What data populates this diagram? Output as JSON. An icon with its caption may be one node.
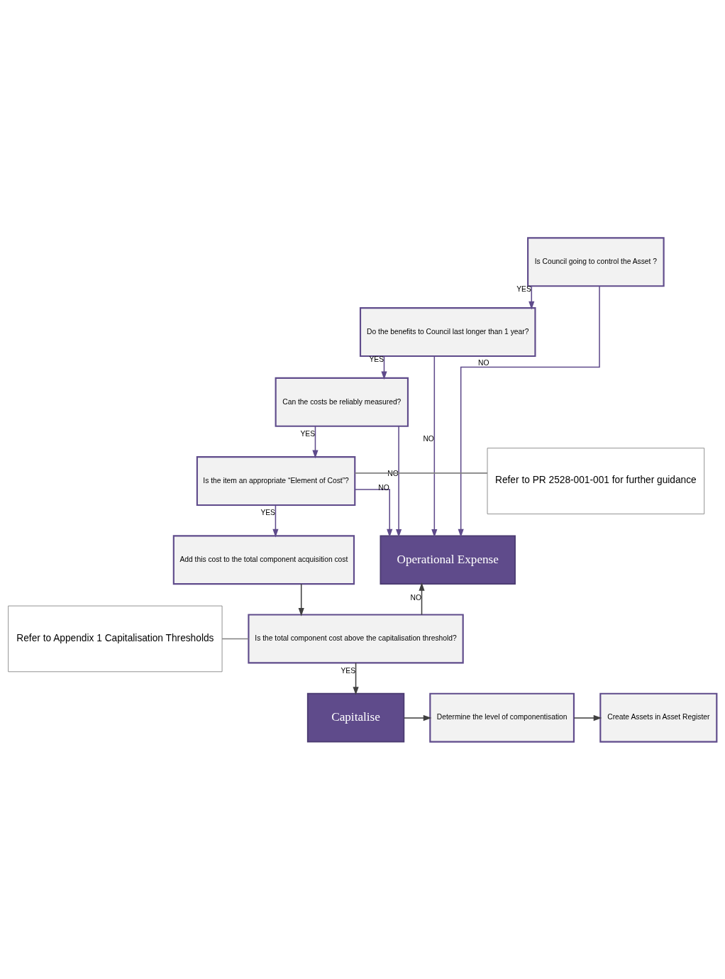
{
  "diagram": {
    "nodes": [
      {
        "text": [
          "Is Council going to control the Asset ?"
        ]
      },
      {
        "text": [
          "Do the benefits to Council last longer than 1 year?"
        ]
      },
      {
        "text": [
          "Can the costs be reliably measured?"
        ]
      },
      {
        "text": [
          "Refer to PR 2528-001-001 for further guidance"
        ]
      },
      {
        "text": [
          "Is the item an appropriate “Element of Cost”?"
        ]
      },
      {
        "text": [
          "Add this cost to the total component acquisition cost"
        ]
      },
      {
        "text": [
          "Operational Expense"
        ]
      },
      {
        "text": [
          "Refer to Appendix 1 Capitalisation Thresholds"
        ]
      },
      {
        "text": [
          "Is the total component cost above the capitalisation threshold?"
        ]
      },
      {
        "text": [
          "Capitalise"
        ]
      },
      {
        "text": [
          "Determine the level of componentisation"
        ]
      },
      {
        "text": [
          "Create Assets in Asset Register"
        ]
      }
    ],
    "edges": [
      {
        "from": 0,
        "to": 1,
        "arrow": "to",
        "label": "YES"
      },
      {
        "from": 0,
        "to": 6,
        "arrow": "to",
        "label": "NO"
      },
      {
        "from": 1,
        "to": 2,
        "arrow": "to",
        "label": "YES"
      },
      {
        "from": 1,
        "to": 6,
        "arrow": "to",
        "label": "NO"
      },
      {
        "from": 2,
        "to": 4,
        "arrow": "to",
        "label": "YES"
      },
      {
        "from": 2,
        "to": 6,
        "arrow": "to",
        "label": "NO"
      },
      {
        "from": 3,
        "to": 4,
        "arrow": "none",
        "color": "#808080"
      },
      {
        "from": 4,
        "to": 5,
        "arrow": "to",
        "label": "YES"
      },
      {
        "from": 4,
        "to": 6,
        "arrow": "to",
        "label": "NO"
      },
      {
        "from": 5,
        "to": 8,
        "arrow": "to",
        "color": "#404040"
      },
      {
        "from": 7,
        "to": 8,
        "arrow": "none",
        "color": "#808080"
      },
      {
        "from": 8,
        "to": 6,
        "arrow": "to",
        "label": "NO",
        "color": "#404040"
      },
      {
        "from": 8,
        "to": 9,
        "arrow": "to",
        "label": "YES",
        "color": "#404040"
      },
      {
        "from": 9,
        "to": 10,
        "arrow": "to",
        "color": "#404040"
      },
      {
        "from": 10,
        "to": 11,
        "arrow": "to",
        "color": "#404040"
      }
    ]
  }
}
